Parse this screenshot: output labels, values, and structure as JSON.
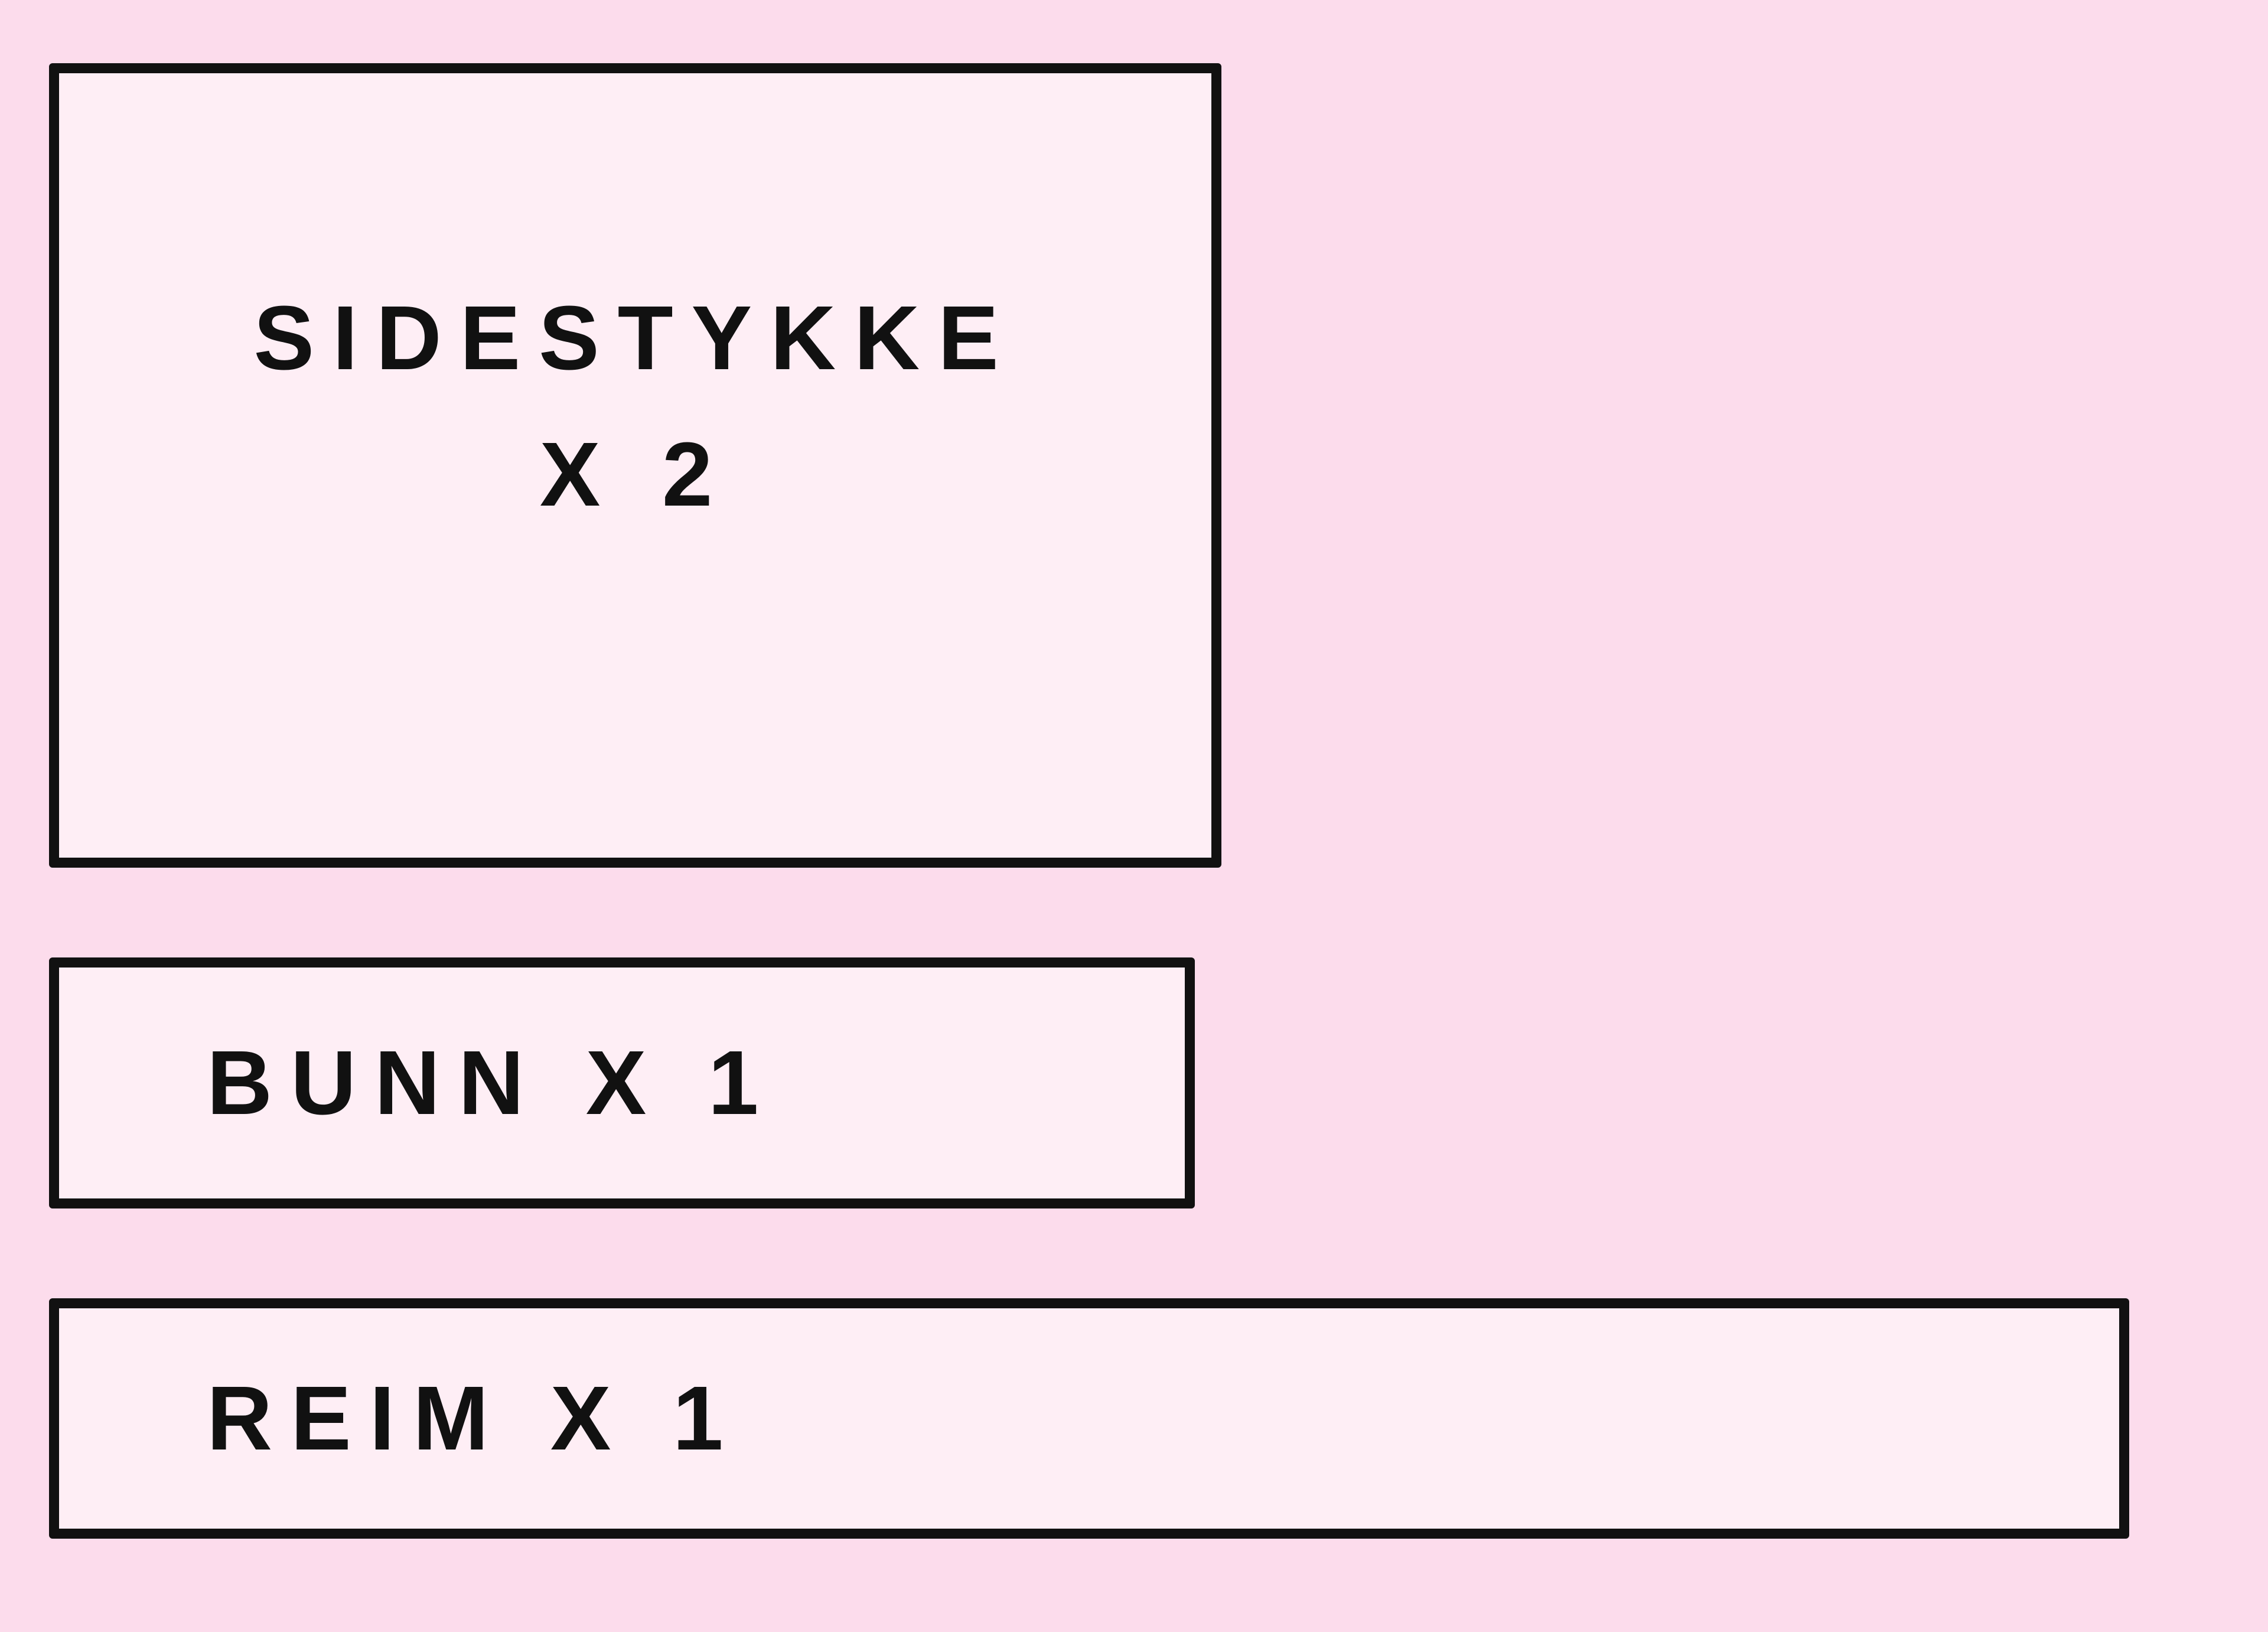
{
  "background_color": "#fcdcec",
  "piece_fill_color": "#feeef5",
  "outline_color": "#111111",
  "pieces": [
    {
      "label": "SIDESTYKKE\nX 2"
    },
    {
      "label": "BUNN X 1"
    },
    {
      "label": "REIM X 1"
    }
  ]
}
